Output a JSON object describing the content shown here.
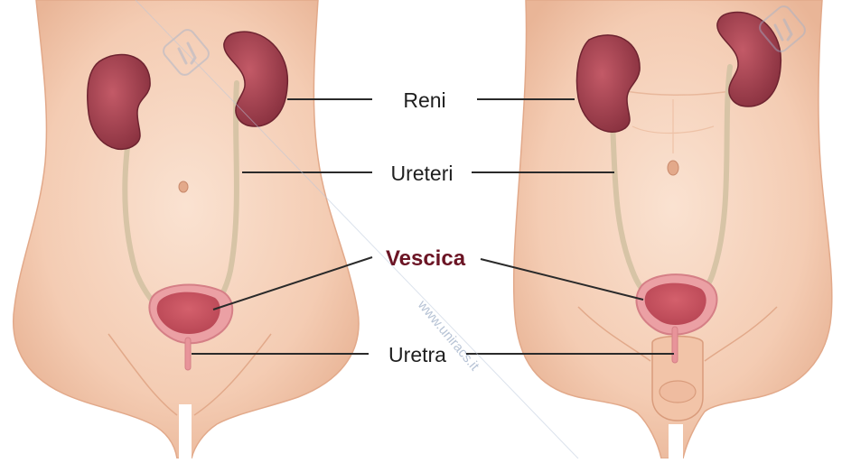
{
  "labels": {
    "kidneys": "Reni",
    "ureters": "Ureteri",
    "bladder": "Vescica",
    "urethra": "Uretra"
  },
  "watermark": {
    "url": "www.uniracs.it"
  },
  "colors": {
    "skin": "#f6d3bd",
    "skin_shadow": "#e7b396",
    "kidney": "#a5424f",
    "kidney_dark": "#7d2c38",
    "bladder": "#e8949a",
    "bladder_inner": "#d2646f",
    "ureter": "#d6c3a4",
    "bladder_label": "#6b1424",
    "watermark": "#7d93b3"
  }
}
